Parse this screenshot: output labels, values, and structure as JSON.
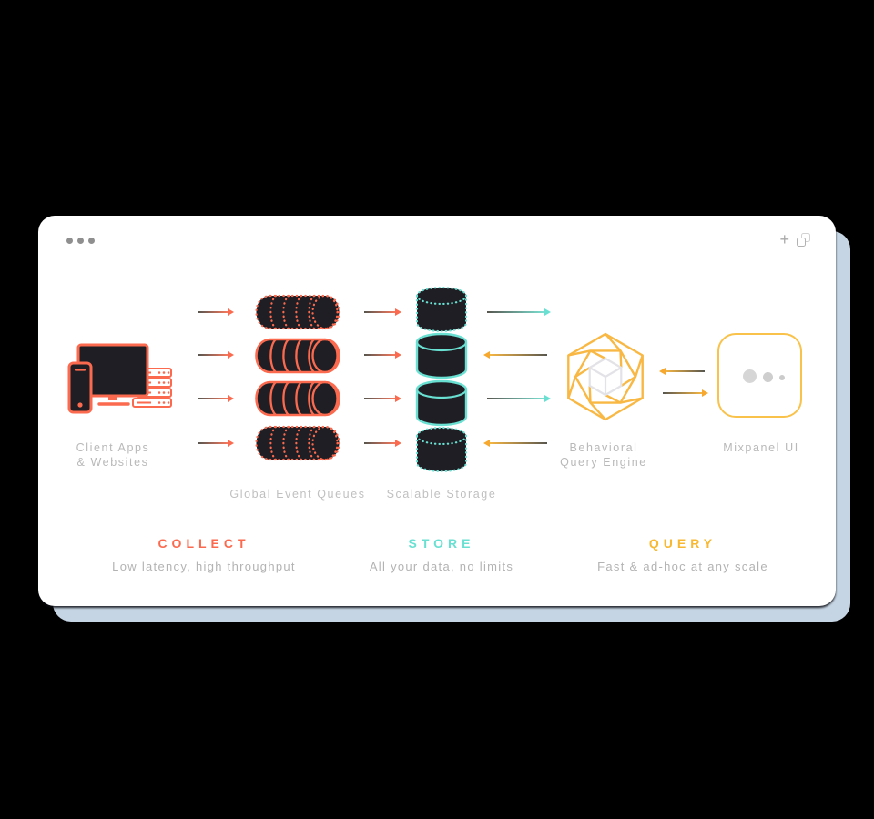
{
  "window": {
    "plus_glyph": "+",
    "icons": [
      "window-dots",
      "plus-icon",
      "copy-icon"
    ]
  },
  "labels": {
    "client_line1": "Client Apps",
    "client_line2": "& Websites",
    "queues_caption": "Global Event Queues",
    "storage_caption": "Scalable Storage",
    "engine_line1": "Behavioral",
    "engine_line2": "Query Engine",
    "ui_label": "Mixpanel UI"
  },
  "stages": [
    {
      "title": "COLLECT",
      "subtitle": "Low latency, high throughput",
      "color": "#fb6a4e"
    },
    {
      "title": "STORE",
      "subtitle": "All your data, no limits",
      "color": "#69e0d2"
    },
    {
      "title": "QUERY",
      "subtitle": "Fast & ad-hoc at any scale",
      "color": "#f8b832"
    }
  ],
  "colors": {
    "collect_accent": "#fb6a4e",
    "store_accent": "#69e0d2",
    "query_accent": "#f8b832",
    "ink": "#1f1e24",
    "card_bg": "#ffffff",
    "backdrop": "#000000",
    "shadow_card": "#c6d5e4",
    "muted_text": "#b5b5b5"
  }
}
